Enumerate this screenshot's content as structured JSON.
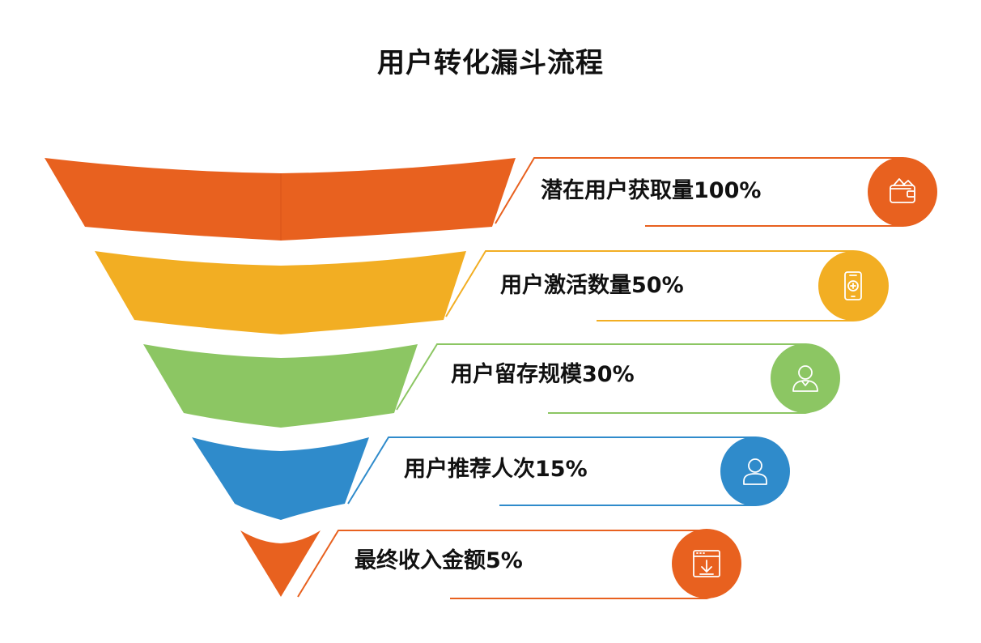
{
  "title": "用户转化漏斗流程",
  "stages": [
    {
      "label": "潜在用户获取量100%",
      "color": "#E8611F",
      "icon": "wallet-icon"
    },
    {
      "label": "用户激活数量50%",
      "color": "#F2AE23",
      "icon": "phone-icon"
    },
    {
      "label": "用户留存规模30%",
      "color": "#8CC663",
      "icon": "user-profile-icon"
    },
    {
      "label": "用户推荐人次15%",
      "color": "#2F8BCB",
      "icon": "user-icon"
    },
    {
      "label": "最终收入金额5%",
      "color": "#E8611F",
      "icon": "download-window-icon"
    }
  ]
}
